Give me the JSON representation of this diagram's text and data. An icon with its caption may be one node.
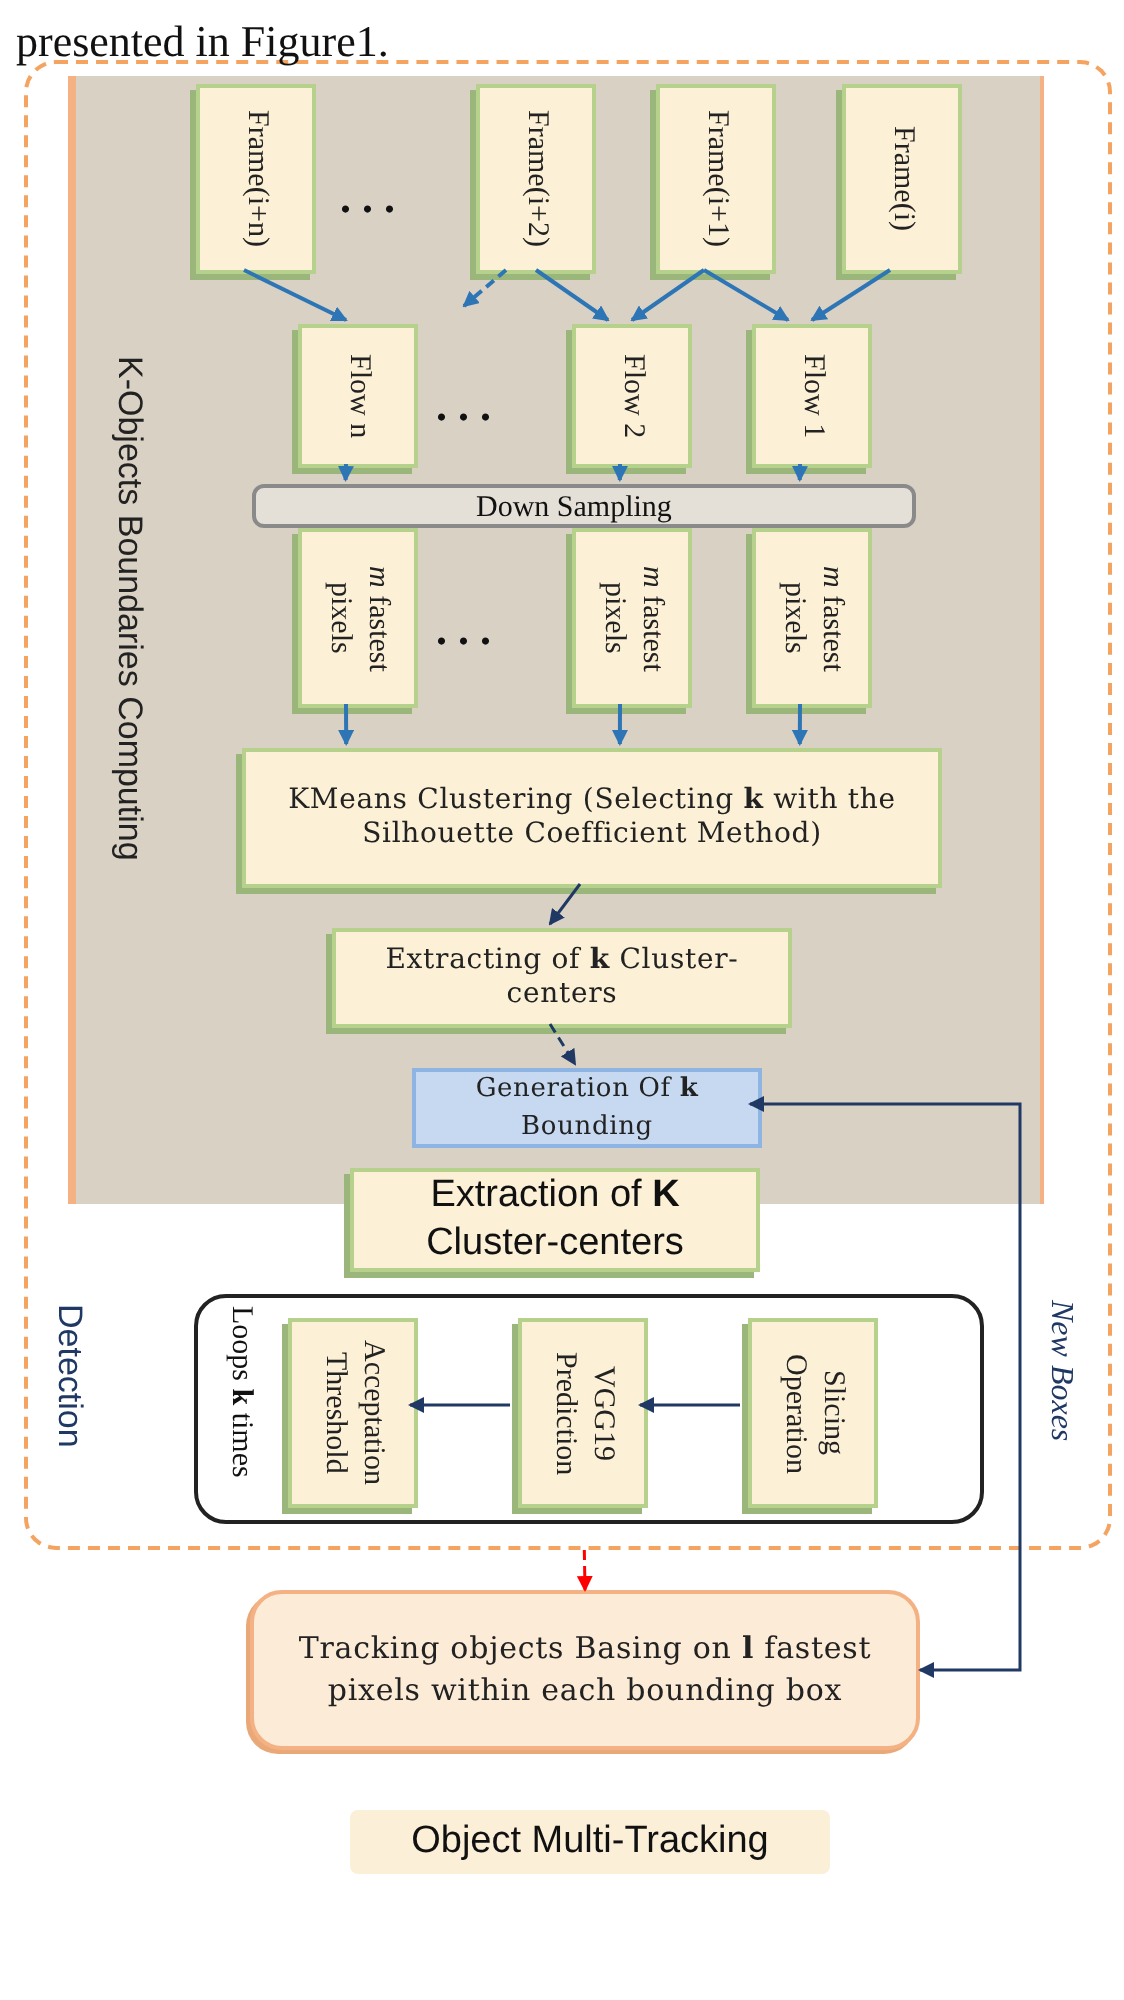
{
  "diagram": {
    "nodes": [
      {
        "text": [
          "Detection"
        ]
      },
      {
        "text": [
          "K-Objects Boundaries Computing"
        ],
        "in": 0
      },
      {
        "text": [
          "Frame(i+n)"
        ],
        "in": 1
      },
      {
        "text": [
          "Frame(i+2)"
        ],
        "in": 1
      },
      {
        "text": [
          "Frame(i+1)"
        ],
        "in": 1
      },
      {
        "text": [
          "Frame(i)"
        ],
        "in": 1
      },
      {
        "text": [
          "Flow n"
        ],
        "in": 1
      },
      {
        "text": [
          "Flow 2"
        ],
        "in": 1
      },
      {
        "text": [
          "Flow 1"
        ],
        "in": 1
      },
      {
        "text": [
          "Down Sampling"
        ],
        "in": 1
      },
      {
        "text": [
          "*m* fastest pixels"
        ],
        "in": 1
      },
      {
        "text": [
          "*m* fastest pixels"
        ],
        "in": 1
      },
      {
        "text": [
          "*m* fastest pixels"
        ],
        "in": 1
      },
      {
        "text": [
          "KMeans Clustering (Selecting **k** with the Silhouette Coefficient Method)"
        ],
        "in": 1
      },
      {
        "text": [
          "Extracting of **k** Cluster-centers"
        ],
        "in": 1
      },
      {
        "text": [
          "Generation Of **k** Bounding"
        ],
        "in": 1
      },
      {
        "text": [
          "Extraction of **K** Cluster-centers"
        ],
        "in": 0
      },
      {
        "text": [
          "Loops **k** times"
        ],
        "in": 0
      },
      {
        "text": [
          "Acceptation Threshold"
        ],
        "in": 17
      },
      {
        "text": [
          "VGG19 Prediction"
        ],
        "in": 17
      },
      {
        "text": [
          "Slicing Operation"
        ],
        "in": 17
      },
      {
        "text": [
          "Tracking objects Basing on **l** fastest pixels within each bounding box"
        ]
      },
      {
        "text": [
          "Object Multi-Tracking"
        ]
      }
    ],
    "edges": [
      {
        "from": 2,
        "to": 6,
        "arrow": "to"
      },
      {
        "from": 3,
        "to": null,
        "arrow": "to",
        "style": "dashed"
      },
      {
        "from": 3,
        "to": 7,
        "arrow": "to"
      },
      {
        "from": 4,
        "to": 7,
        "arrow": "to"
      },
      {
        "from": 4,
        "to": 8,
        "arrow": "to"
      },
      {
        "from": 5,
        "to": 8,
        "arrow": "to"
      },
      {
        "from": 6,
        "to": 9,
        "arrow": "to"
      },
      {
        "from": 7,
        "to": 9,
        "arrow": "to"
      },
      {
        "from": 8,
        "to": 9,
        "arrow": "to"
      },
      {
        "from": 10,
        "to": 13,
        "arrow": "to"
      },
      {
        "from": 11,
        "to": 13,
        "arrow": "to"
      },
      {
        "from": 12,
        "to": 13,
        "arrow": "to"
      },
      {
        "from": 13,
        "to": 14,
        "arrow": "to",
        "color": "#1f3864"
      },
      {
        "from": 14,
        "to": 15,
        "arrow": "to",
        "style": "dashed",
        "color": "#1f3864"
      },
      {
        "from": 20,
        "to": 19,
        "arrow": "to",
        "color": "#1f3864"
      },
      {
        "from": 19,
        "to": 18,
        "arrow": "to",
        "color": "#1f3864"
      },
      {
        "from": 0,
        "to": 21,
        "arrow": "to",
        "style": "dashed",
        "color": "#ff0000"
      },
      {
        "from": 21,
        "to": 15,
        "arrow": "both",
        "label": "New Boxes",
        "color": "#1f3864"
      }
    ],
    "labels": [
      "presented in Figure1.",
      ". . .",
      ". . .",
      ". . ."
    ]
  }
}
